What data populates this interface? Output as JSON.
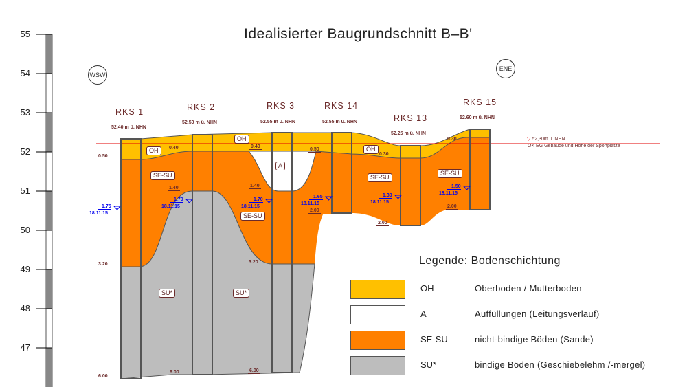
{
  "title": "Idealisierter Baugrundschnitt B–B'",
  "compass": {
    "left": "WSW",
    "right": "ENE"
  },
  "axis": {
    "ticks": [
      "55",
      "54",
      "53",
      "52",
      "51",
      "50",
      "49",
      "48",
      "47"
    ]
  },
  "boreholes": [
    {
      "name": "RKS 1",
      "elevation": "52.40 m ü. NHN"
    },
    {
      "name": "RKS 2",
      "elevation": "52.50 m ü. NHN"
    },
    {
      "name": "RKS 3",
      "elevation": "52.55 m ü. NHN"
    },
    {
      "name": "RKS 14",
      "elevation": "52.55 m ü. NHN"
    },
    {
      "name": "RKS 13",
      "elevation": "52.25 m ü. NHN"
    },
    {
      "name": "RKS 15",
      "elevation": "52.60 m ü. NHN"
    }
  ],
  "depth_labels": [
    "0.50",
    "0.40",
    "0.40",
    "0.50",
    "0.30",
    "0.30",
    "1.40",
    "1.40",
    "3.20",
    "3.20",
    "2.00",
    "2.00",
    "2.00",
    "6.00",
    "6.00",
    "6.00"
  ],
  "water_levels": [
    {
      "depth": "1.75",
      "date": "18.11.15"
    },
    {
      "depth": "1.70",
      "date": "18.11.15"
    },
    {
      "depth": "1.70",
      "date": "18.11.15"
    },
    {
      "depth": "1.65",
      "date": "18.11.15"
    },
    {
      "depth": "1.30",
      "date": "18.11.15"
    },
    {
      "depth": "1.50",
      "date": "18.11.15"
    }
  ],
  "soil_tags": [
    "OH",
    "OH",
    "OH",
    "A",
    "SE-SU",
    "SE-SU",
    "SE-SU",
    "SE-SU",
    "SU*",
    "SU*"
  ],
  "reference": {
    "label": "52,30m ü. NHN",
    "note": "OK EG Gebäude und Höhe der Sportplätze",
    "color": "#e00000"
  },
  "legend": {
    "title": "Legende:  Bodenschichtung",
    "items": [
      {
        "code": "OH",
        "desc": "Oberboden / Mutterboden",
        "color": "#ffc000"
      },
      {
        "code": "A",
        "desc": "Auffüllungen (Leitungsverlauf)",
        "color": "#ffffff"
      },
      {
        "code": "SE-SU",
        "desc": "nicht-bindige Böden (Sande)",
        "color": "#ff8000"
      },
      {
        "code": "SU*",
        "desc": "bindige Böden (Geschiebelehm /-mergel)",
        "color": "#bdbdbd"
      }
    ]
  }
}
